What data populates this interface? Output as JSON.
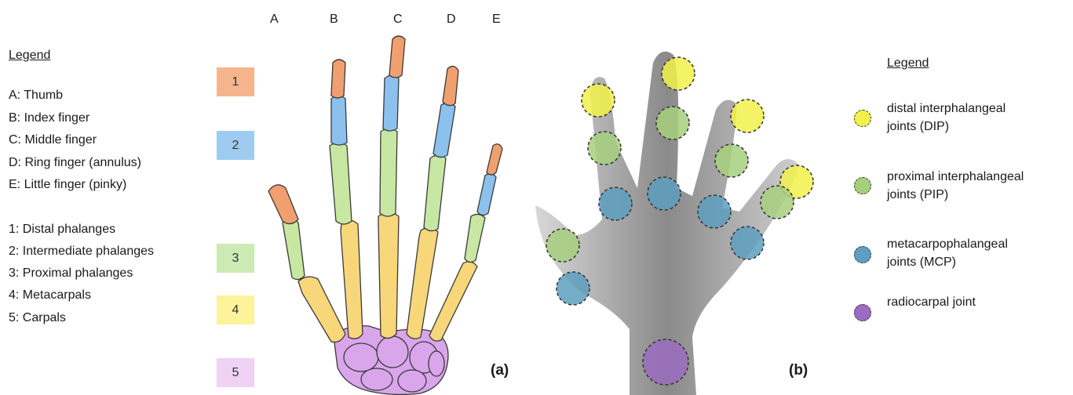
{
  "left_legend": {
    "title": "Legend",
    "finger_items": [
      "A: Thumb",
      "B: Index finger",
      "C: Middle finger",
      "D: Ring finger (annulus)",
      "E: Little finger (pinky)"
    ],
    "bone_items": [
      "1: Distal phalanges",
      "2: Intermediate phalanges",
      "3: Proximal phalanges",
      "4: Metacarpals",
      "5: Carpals"
    ]
  },
  "column_letters": [
    "A",
    "B",
    "C",
    "D",
    "E"
  ],
  "bone_boxes": [
    {
      "label": "1",
      "color": "#f6b48c"
    },
    {
      "label": "2",
      "color": "#9fcbf1"
    },
    {
      "label": "3",
      "color": "#cdeab5"
    },
    {
      "label": "4",
      "color": "#fcf39a"
    },
    {
      "label": "5",
      "color": "#efd2f4"
    }
  ],
  "panel_labels": {
    "a": "(a)",
    "b": "(b)"
  },
  "right_legend": {
    "title": "Legend",
    "items": [
      {
        "line1": "distal interphalangeal",
        "line2": "joints (DIP)",
        "color": "#f2f04a"
      },
      {
        "line1": "proximal interphalangeal",
        "line2": "joints (PIP)",
        "color": "#a6cf7c"
      },
      {
        "line1": "metacarpophalangeal",
        "line2": "joints (MCP)",
        "color": "#5d9fc0"
      },
      {
        "line1": "radiocarpal joint",
        "line2": "",
        "color": "#9b6cc0"
      }
    ]
  },
  "colors": {
    "distal": "#f0a06e",
    "intermediate": "#8cc1ee",
    "proximal": "#c7e7a3",
    "metacarpal": "#f7d77a",
    "carpal": "#d9a6ec"
  }
}
